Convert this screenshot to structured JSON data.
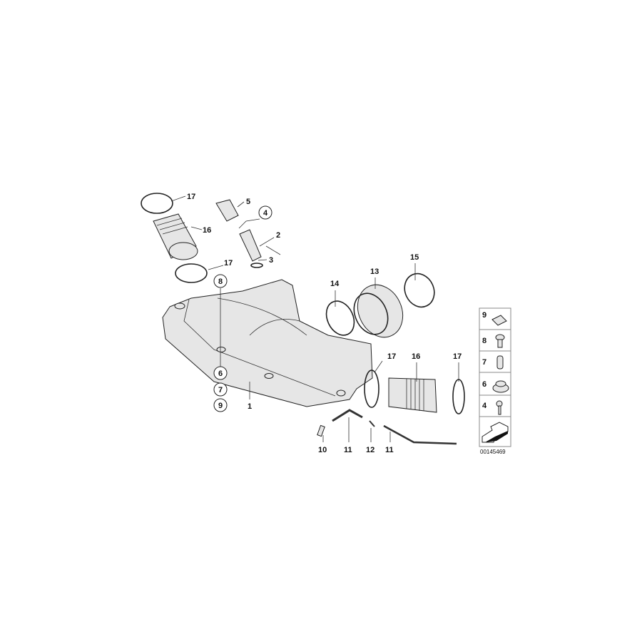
{
  "diagram": {
    "callouts": {
      "c17a": "17",
      "c5": "5",
      "c4": "4",
      "c16a": "16",
      "c2": "2",
      "c3": "3",
      "c17b": "17",
      "c8": "8",
      "c15": "15",
      "c13": "13",
      "c14": "14",
      "c17c": "17",
      "c16b": "16",
      "c17d": "17",
      "c6": "6",
      "c7": "7",
      "c9": "9",
      "c1": "1",
      "c10": "10",
      "c11a": "11",
      "c12": "12",
      "c11b": "11"
    },
    "legend": {
      "rows": [
        "9",
        "8",
        "7",
        "6",
        "4"
      ]
    },
    "diagram_code": "00145469"
  }
}
